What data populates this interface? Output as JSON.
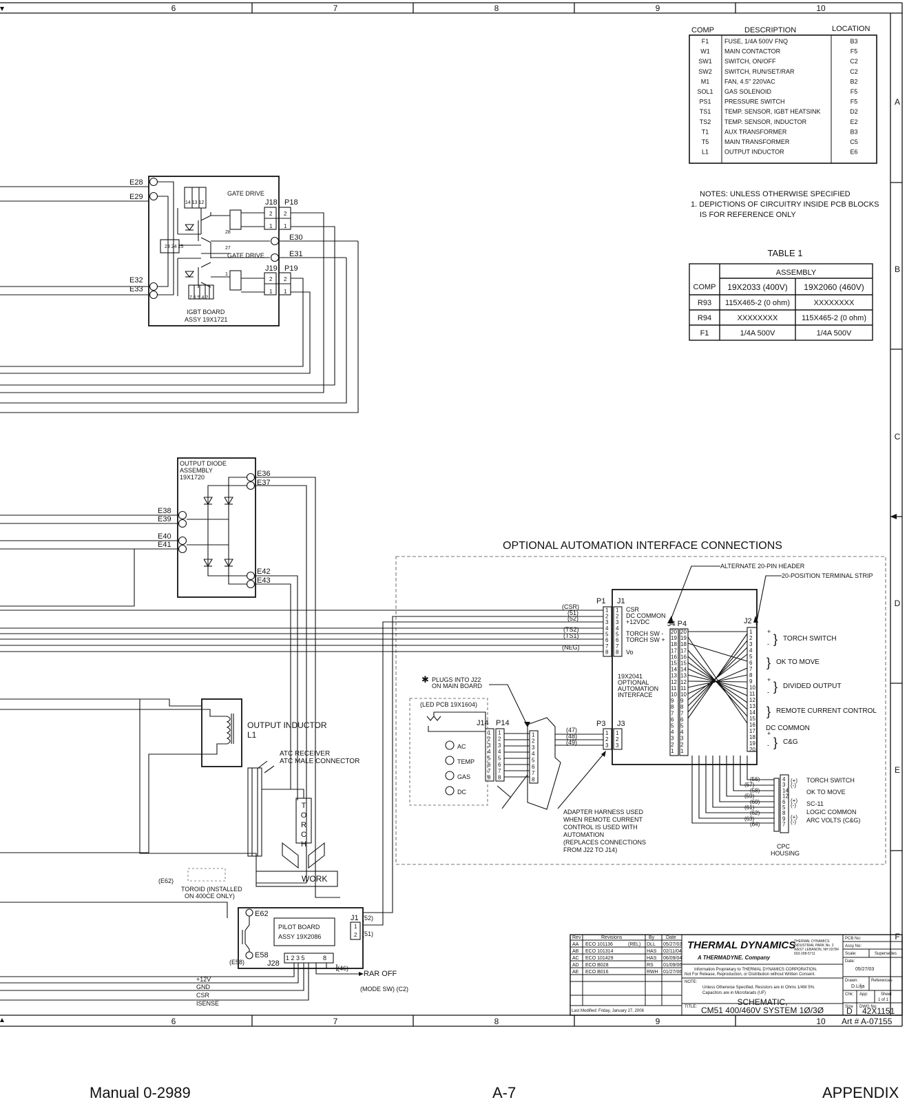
{
  "columns": [
    "6",
    "7",
    "8",
    "9",
    "10"
  ],
  "rows": [
    "A",
    "B",
    "C",
    "D",
    "E",
    "F"
  ],
  "components_table": {
    "headers": [
      "COMP",
      "DESCRIPTION",
      "LOCATION"
    ],
    "rows": [
      [
        "F1",
        "FUSE, 1/4A 500V FNQ",
        "B3"
      ],
      [
        "W1",
        "MAIN CONTACTOR",
        "F5"
      ],
      [
        "SW1",
        "SWITCH, ON/OFF",
        "C2"
      ],
      [
        "SW2",
        "SWITCH, RUN/SET/RAR",
        "C2"
      ],
      [
        "M1",
        "FAN, 4.5\" 220VAC",
        "B2"
      ],
      [
        "SOL1",
        "GAS SOLENOID",
        "F5"
      ],
      [
        "PS1",
        "PRESSURE SWITCH",
        "F5"
      ],
      [
        "TS1",
        "TEMP. SENSOR, IGBT HEATSINK",
        "D2"
      ],
      [
        "TS2",
        "TEMP. SENSOR, INDUCTOR",
        "E2"
      ],
      [
        "T1",
        "AUX TRANSFORMER",
        "B3"
      ],
      [
        "T5",
        "MAIN TRANSFORMER",
        "C5"
      ],
      [
        "L1",
        "OUTPUT INDUCTOR",
        "E6"
      ]
    ]
  },
  "notes": {
    "title": "NOTES: UNLESS OTHERWISE SPECIFIED",
    "line1": "1. DEPICTIONS OF CIRCUITRY INSIDE PCB BLOCKS",
    "line2": "IS FOR REFERENCE ONLY"
  },
  "table1": {
    "title": "TABLE 1",
    "assembly": "ASSEMBLY",
    "headers": [
      "COMP",
      "19X2033 (400V)",
      "19X2060 (460V)"
    ],
    "rows": [
      [
        "R93",
        "115X465-2 (0 ohm)",
        "XXXXXXXX"
      ],
      [
        "R94",
        "XXXXXXXX",
        "115X465-2 (0 ohm)"
      ],
      [
        "F1",
        "1/4A 500V",
        "1/4A 500V"
      ]
    ]
  },
  "igbt": {
    "terminals": [
      "E28",
      "E29",
      "E32",
      "E33",
      "E30",
      "E31"
    ],
    "gate_drive": "GATE DRIVE",
    "j18": "J18",
    "p18": "P18",
    "j19": "J19",
    "p19": "P19",
    "pins_top": "14 13 12",
    "pin28": "28",
    "pins_mid": "23 24 25",
    "pin27": "27",
    "pin1": "1",
    "pins_bottom": "7 6 5 4 2",
    "name1": "IGBT BOARD",
    "name2": "ASSY 19X1721"
  },
  "diode": {
    "name1": "OUTPUT DIODE",
    "name2": "ASSEMBLY",
    "name3": "19X1720",
    "terminals_right": [
      "E36",
      "E37",
      "E42",
      "E43"
    ],
    "terminals_left": [
      "E38",
      "E39",
      "E40",
      "E41"
    ]
  },
  "automation": {
    "title": "OPTIONAL AUTOMATION INTERFACE CONNECTIONS",
    "alt_header": "ALTERNATE 20-PIN HEADER",
    "terminal_strip": "20-POSITION TERMINAL STRIP",
    "p1": "P1",
    "j1": "J1",
    "j4p4": "J4 P4",
    "j2": "J2",
    "p3": "P3",
    "j3": "J3",
    "wire_labels": [
      "(CSR)",
      "(51)",
      "(52)",
      "(TS2)",
      "(TS1)",
      "(NEG)"
    ],
    "j1_signals": [
      "CSR",
      "DC COMMON",
      "+12VDC",
      "",
      "TORCH SW -",
      "TORCH SW +",
      "",
      "Vo"
    ],
    "board1": "19X2041",
    "board2": "OPTIONAL",
    "board3": "AUTOMATION",
    "board4": "INTERFACE",
    "p3_wires": [
      "(47)",
      "(48)",
      "(49)"
    ],
    "groups": [
      "TORCH SWITCH",
      "OK TO MOVE",
      "DIVIDED OUTPUT",
      "REMOTE CURRENT CONTROL",
      "DC COMMON",
      "C&G"
    ],
    "plugs1": "PLUGS INTO J22",
    "plugs2": "ON MAIN BOARD",
    "led_pcb": "(LED PCB 19X1604)",
    "j14": "J14",
    "p14": "P14",
    "leds": [
      "AC",
      "TEMP",
      "GAS",
      "DC"
    ],
    "adapter": [
      "ADAPTER HARNESS USED",
      "WHEN REMOTE CURRENT",
      "CONTROL IS USED WITH",
      "AUTOMATION",
      "(REPLACES CONNECTIONS",
      "FROM J22 TO J14)"
    ],
    "cpc_wires": [
      "(56)",
      "(57)",
      "(58)",
      "(59)",
      "(60)",
      "(61)",
      "(62)",
      "(63)",
      "(64)"
    ],
    "cpc_pins": [
      "4",
      "3",
      "14",
      "12",
      "6",
      "5",
      "8",
      "9",
      "7"
    ],
    "cpc_groups": [
      "TORCH SWITCH",
      "OK TO MOVE",
      "SC-11",
      "LOGIC COMMON",
      "ARC VOLTS (C&G)"
    ],
    "cpc1": "CPC",
    "cpc2": "HOUSING"
  },
  "inductor": {
    "label": "OUTPUT INDUCTOR",
    "ref": "L1"
  },
  "atc": {
    "receiver": "ATC RECEIVER",
    "male": "ATC MALE CONNECTOR"
  },
  "torch": {
    "letters": [
      "T",
      "O",
      "R",
      "C",
      "H"
    ],
    "work": "WORK"
  },
  "toroid": {
    "e62": "(E62)",
    "line1": "TOROID (INSTALLED",
    "line2": "ON 400CE ONLY)"
  },
  "pilot": {
    "e62": "E62",
    "e58": "E58",
    "e58b": "(E58)",
    "name1": "PILOT BOARD",
    "name2": "ASSY 19X2086",
    "j1": "J1",
    "j28": "J28",
    "j28pins": "1 2 3 5",
    "j28pin8": "8",
    "wire52": "(52)",
    "wire51": "(51)",
    "wire46": "(46)",
    "rar": "RAR OFF",
    "mode": "(MODE SW) (C2)",
    "signals": [
      "+12V",
      "GND",
      "CSR",
      "ISENSE"
    ]
  },
  "revisions": {
    "headers": [
      "Rev",
      "Revisions",
      "By",
      "Date"
    ],
    "rows": [
      [
        "AA",
        "ECO 101136",
        "(REL)",
        "DLL",
        "05/27/03"
      ],
      [
        "AB",
        "ECO 101314",
        "",
        "HAS",
        "02/11/04"
      ],
      [
        "AC",
        "ECO 101429",
        "",
        "HAS",
        "06/09/04"
      ],
      [
        "AD",
        "ECO B028",
        "",
        "RS",
        "01/09/06"
      ],
      [
        "AE",
        "ECO B016",
        "",
        "RWH",
        "01/27/06"
      ]
    ],
    "last_modified": "Last Modified:   Friday, January 27, 2006"
  },
  "titleblock": {
    "brand": "THERMAL DYNAMICS",
    "subbrand": "A THERMADYNE. Company",
    "address": [
      "THERMAL DYNAMICS",
      "INDUSTRIAL PARK No. 2",
      "WEST LEBANON, NH 03784",
      "603-298-5711"
    ],
    "info1": "Information Proprietary to THERMAL DYNAMICS CORPORATION.",
    "info2": "Not For Release, Reproduction, or Distribution without Written Consent.",
    "note": "NOTE:",
    "note1": "Unless Otherwise Specified, Resistors are in Ohms 1/4W 5%.",
    "note2": "Capacitors are in Microfarads (UF)",
    "title_label": "TITLE:",
    "title1": "SCHEMATIC,",
    "title2": "CM51  400/460V SYSTEM 1Ø/3Ø",
    "pcb_no": "PCB No:",
    "assy_no": "Assy No:",
    "scale": "Scale:",
    "supersedes": "Supersedes",
    "date_label": "Date:",
    "date": "05/27/03",
    "drawn": "Drawn:",
    "drawn_by": "D.Lilja",
    "references": "References",
    "chk": "Chk:",
    "app": "App:",
    "sheet": "Sheet",
    "sheet_of": "1  of  1",
    "size_label": "Size",
    "size": "D",
    "dwg_label": "DWG No:",
    "dwg": "42X1151",
    "art": "Art # A-07155"
  },
  "footer": {
    "left": "Manual 0-2989",
    "center": "A-7",
    "right": "APPENDIX"
  }
}
